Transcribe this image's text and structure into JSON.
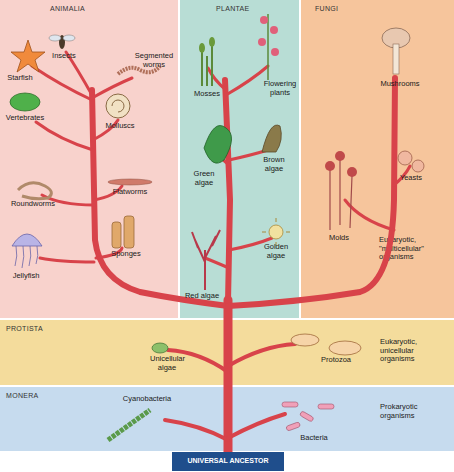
{
  "diagram": {
    "nodes": [
      {
        "text": [
          "ANIMALIA"
        ]
      },
      {
        "text": [
          "PLANTAE"
        ]
      },
      {
        "text": [
          "FUNGI",
          "Eukaryotic, \"multicellular\" organisms"
        ]
      },
      {
        "text": [
          "PROTISTA",
          "Eukaryotic, unicellular organisms"
        ]
      },
      {
        "text": [
          "MONERA",
          "Prokaryotic organisms"
        ]
      },
      {
        "text": [
          "UNIVERSAL ANCESTOR"
        ]
      }
    ],
    "labels": [
      "Starfish",
      "Insects",
      "Segmented worms",
      "Vertebrates",
      "Molluscs",
      "Roundworms",
      "Flatworms",
      "Jellyfish",
      "Sponges",
      "Mosses",
      "Flowering plants",
      "Green algae",
      "Brown algae",
      "Red algae",
      "Golden algae",
      "Mushrooms",
      "Molds",
      "Yeasts",
      "Unicellular algae",
      "Protozoa",
      "Cyanobacteria",
      "Bacteria"
    ]
  }
}
